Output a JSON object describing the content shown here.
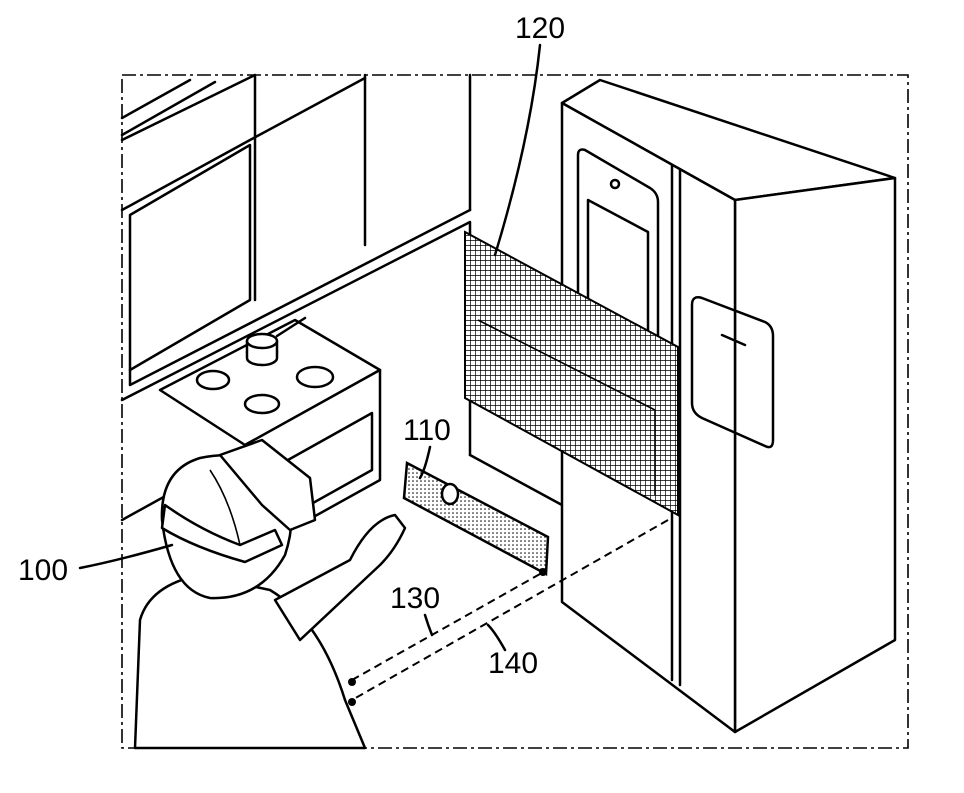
{
  "figure": {
    "labels": {
      "user": "100",
      "device": "110",
      "virtual_screen": "120",
      "distance_a": "130",
      "distance_b": "140"
    }
  }
}
